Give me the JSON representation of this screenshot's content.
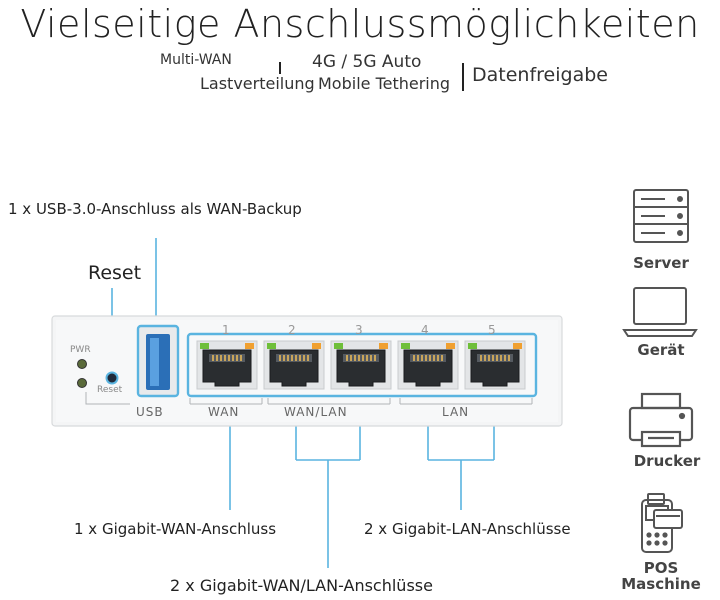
{
  "title": "Vielseitige Anschlussmöglichkeiten",
  "features": {
    "multi_wan": "Multi-WAN",
    "load_balancing": "Lastverteilung",
    "auto_4g5g": "4G / 5G Auto",
    "mobile_tethering": "Mobile Tethering",
    "data_sharing": "Datenfreigabe"
  },
  "callouts": {
    "usb": "1 x USB-3.0-Anschluss als WAN-Backup",
    "reset": "Reset",
    "wan": "1 x Gigabit-WAN-Anschluss",
    "lan": "2 x Gigabit-LAN-Anschlüsse",
    "wan_lan": "2 x Gigabit-WAN/LAN-Anschlüsse"
  },
  "device": {
    "pwr": "PWR",
    "reset_small": "Reset",
    "usb": "USB",
    "port_numbers": [
      "1",
      "2",
      "3",
      "4",
      "5"
    ],
    "group_wan": "WAN",
    "group_wan_lan": "WAN/LAN",
    "group_lan": "LAN"
  },
  "devices": [
    {
      "label": "Server",
      "icon": "server-icon"
    },
    {
      "label": "Gerät",
      "icon": "laptop-icon"
    },
    {
      "label": "Drucker",
      "icon": "printer-icon"
    },
    {
      "label": "POS\nMaschine",
      "icon": "pos-terminal-icon"
    }
  ],
  "colors": {
    "accent": "#5ab4e0",
    "led_green": "#6fbf3a",
    "led_orange": "#f0a030"
  }
}
